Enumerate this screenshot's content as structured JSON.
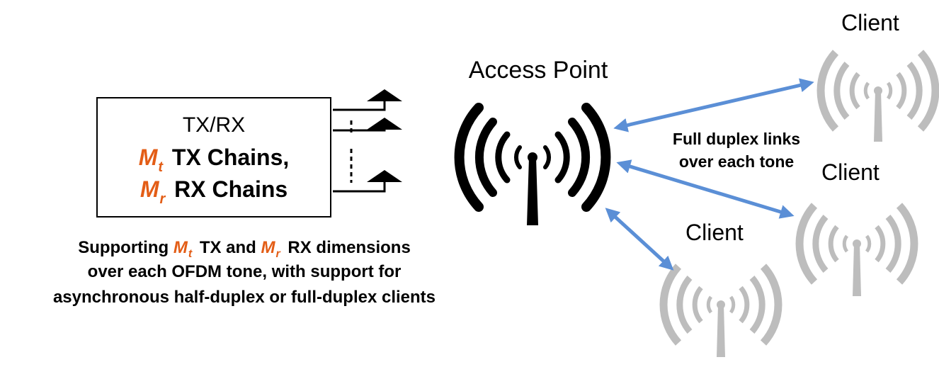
{
  "box": {
    "line1": "TX/RX",
    "line2_sym": "M",
    "line2_sub": "t",
    "line2_text": "TX Chains,",
    "line3_sym": "M",
    "line3_sub": "r",
    "line3_text": "RX Chains"
  },
  "caption": {
    "p1": "Supporting",
    "sym1": "M",
    "sub1": "t",
    "p2": "TX and",
    "sym2": "M",
    "sub2": "r",
    "p3": "RX dimensions",
    "line2": "over each OFDM tone, with support for",
    "line3": "asynchronous half-duplex or full-duplex clients"
  },
  "access_point": {
    "label": "Access Point"
  },
  "clients": [
    {
      "label": "Client"
    },
    {
      "label": "Client"
    },
    {
      "label": "Client"
    }
  ],
  "links": {
    "line1": "Full duplex links",
    "line2": "over each tone"
  },
  "colors": {
    "accent": "#e35d16",
    "link_arrow": "#5b8fd6",
    "client_antenna": "#bdbdbd",
    "ap_antenna": "#000000"
  },
  "icons": {
    "access_point": "broadcast-antenna-icon",
    "client": "broadcast-antenna-icon",
    "chain": "antenna-arrow-icon"
  }
}
